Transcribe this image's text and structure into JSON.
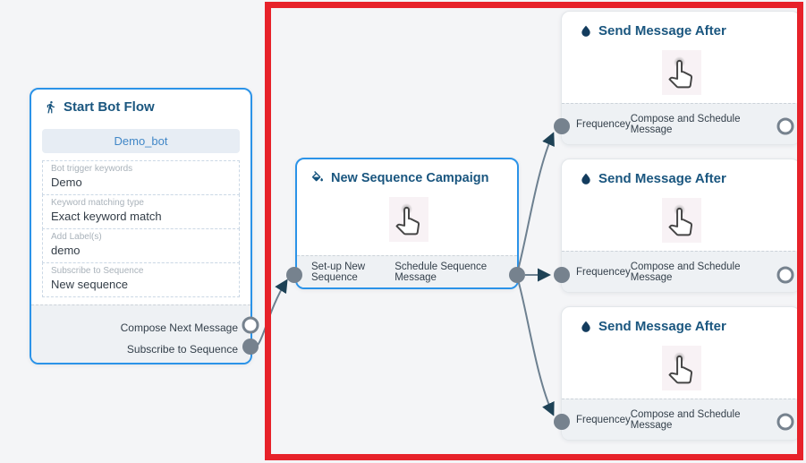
{
  "colors": {
    "canvas_bg": "#f4f5f7",
    "active_node_border": "#2b93e8",
    "light_node_border": "#e3e7ea",
    "node_title_text": "#1a567f",
    "edge_line": "#6d8090",
    "edge_arrow": "#1e4256",
    "connector_fill": "#76828e",
    "highlight_rectangle": "#e7222a",
    "bot_button_bg": "#e7edf4",
    "bot_button_text": "#4187c7"
  },
  "annotation": {
    "highlight": "red rectangle around sequence campaign and send-message nodes"
  },
  "nodes": {
    "start_bot_flow": {
      "icon": "walking-person-icon",
      "title": "Start Bot Flow",
      "bot_button": "Demo_bot",
      "fields": [
        {
          "label": "Bot trigger keywords",
          "value": "Demo"
        },
        {
          "label": "Keyword matching type",
          "value": "Exact keyword match"
        },
        {
          "label": "Add Label(s)",
          "value": "demo"
        },
        {
          "label": "Subscribe to Sequence",
          "value": "New sequence"
        }
      ],
      "outputs": [
        {
          "label": "Compose Next Message",
          "connected": false
        },
        {
          "label": "Subscribe to Sequence",
          "connected": true
        }
      ]
    },
    "new_sequence_campaign": {
      "icon": "paint-bucket-icon",
      "body_icon": "hand-cursor-icon",
      "title": "New Sequence Campaign",
      "input_label": "Set-up New Sequence",
      "output_label": "Schedule Sequence Message"
    },
    "send_message_after": {
      "icon": "water-drop-icon",
      "body_icon": "hand-cursor-icon",
      "title": "Send Message After",
      "input_label": "Frequencey",
      "output_label": "Compose and Schedule Message",
      "instances": 3
    }
  }
}
